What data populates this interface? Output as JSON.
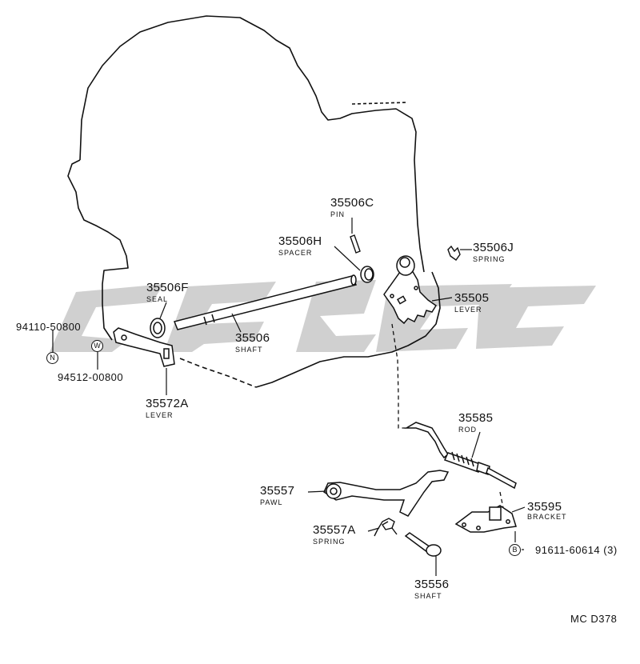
{
  "diagram_code": "MC D378",
  "watermark_color": "#c8c8c8",
  "parts": {
    "p35506C": {
      "number": "35506C",
      "name": "PIN"
    },
    "p35506H": {
      "number": "35506H",
      "name": "SPACER"
    },
    "p35506J": {
      "number": "35506J",
      "name": "SPRING"
    },
    "p35505": {
      "number": "35505",
      "name": "LEVER"
    },
    "p35506F": {
      "number": "35506F",
      "name": "SEAL"
    },
    "p35506": {
      "number": "35506",
      "name": "SHAFT"
    },
    "p35572A": {
      "number": "35572A",
      "name": "LEVER"
    },
    "p94110": {
      "number": "94110-50800",
      "symbol": "N"
    },
    "p94512": {
      "number": "94512-00800",
      "symbol": "W"
    },
    "p35585": {
      "number": "35585",
      "name": "ROD"
    },
    "p35557": {
      "number": "35557",
      "name": "PAWL"
    },
    "p35595": {
      "number": "35595",
      "name": "BRACKET"
    },
    "p35557A": {
      "number": "35557A",
      "name": "SPRING"
    },
    "p91611": {
      "number": "91611-60614 (3)",
      "symbol": "B"
    },
    "p35556": {
      "number": "35556",
      "name": "SHAFT"
    }
  }
}
